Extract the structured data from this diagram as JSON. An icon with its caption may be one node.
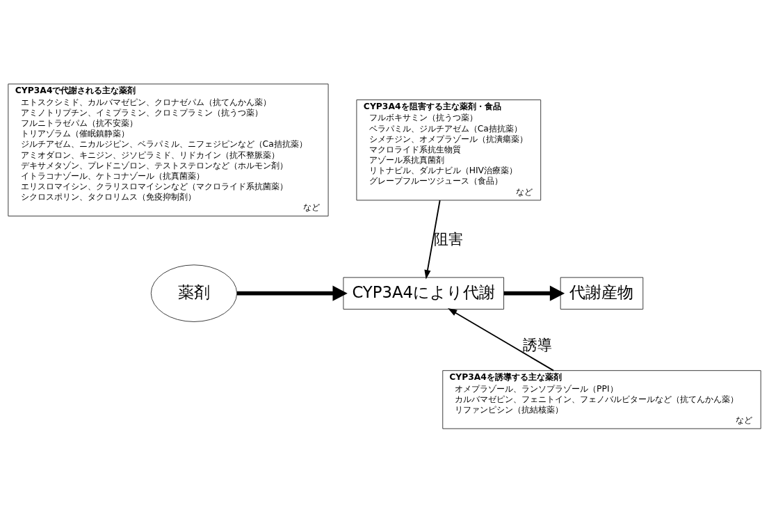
{
  "diagram": {
    "nodes": [
      {
        "text": [
          "CYP3A4で代謝される主な薬剤",
          "エトスクシミド、カルバマゼピン、クロナゼパム（抗てんかん薬）",
          "アミノトリプチン、イミプラミン、クロミプラミン（抗うつ薬）",
          "フルニトラゼパム（抗不安薬）",
          "トリアゾラム（催眠鎮静薬）",
          "ジルチアゼム、ニカルジピン、ベラパミル、ニフェジピンなど（Ca拮抗薬）",
          "アミオダロン、キニジン、ジソピラミド、リドカイン（抗不整脈薬）",
          "デキサメタゾン、プレドニゾロン、テストステロンなど（ホルモン剤）",
          "イトラコナゾール、ケトコナゾール（抗真菌薬）",
          "エリスロマイシン、クラリスロマイシンなど（マクロライド系抗菌薬）",
          "シクロスポリン、タクロリムス（免疫抑制剤）",
          "など"
        ]
      },
      {
        "text": [
          "CYP3A4を阻害する主な薬剤・食品",
          "フルボキサミン（抗うつ薬）",
          "ベラパミル、ジルチアゼム（Ca拮抗薬）",
          "シメチジン、オメプラゾール（抗潰瘍薬）",
          "マクロライド系抗生物質",
          "アゾール系抗真菌剤",
          "リトナビル、ダルナビル（HIV治療薬）",
          "グレープフルーツジュース（食品）",
          "など"
        ]
      },
      {
        "text": [
          "薬剤"
        ]
      },
      {
        "text": [
          "CYP3A4により代謝"
        ]
      },
      {
        "text": [
          "代謝産物"
        ]
      },
      {
        "text": [
          "CYP3A4を誘導する主な薬剤",
          "オメプラゾール、ランソプラゾール（PPI）",
          "カルバマゼピン、フェニトイン、フェノバルビタールなど（抗てんかん薬）",
          "リファンピシン（抗結核薬）",
          "など"
        ]
      }
    ],
    "edges": [
      {
        "from": 2,
        "to": 3,
        "arrow": "to",
        "style": "thick"
      },
      {
        "from": 3,
        "to": 4,
        "arrow": "to",
        "style": "thick"
      },
      {
        "from": 1,
        "to": 3,
        "arrow": "to",
        "label": "阻害"
      },
      {
        "from": 5,
        "to": 3,
        "arrow": "to",
        "label": "誘導"
      }
    ]
  }
}
